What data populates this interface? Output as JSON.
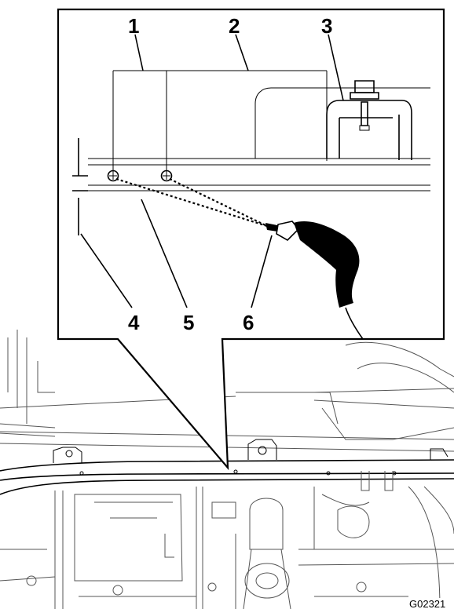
{
  "callouts": [
    "1",
    "2",
    "3",
    "4",
    "5",
    "6"
  ],
  "figure_id": "G02321"
}
